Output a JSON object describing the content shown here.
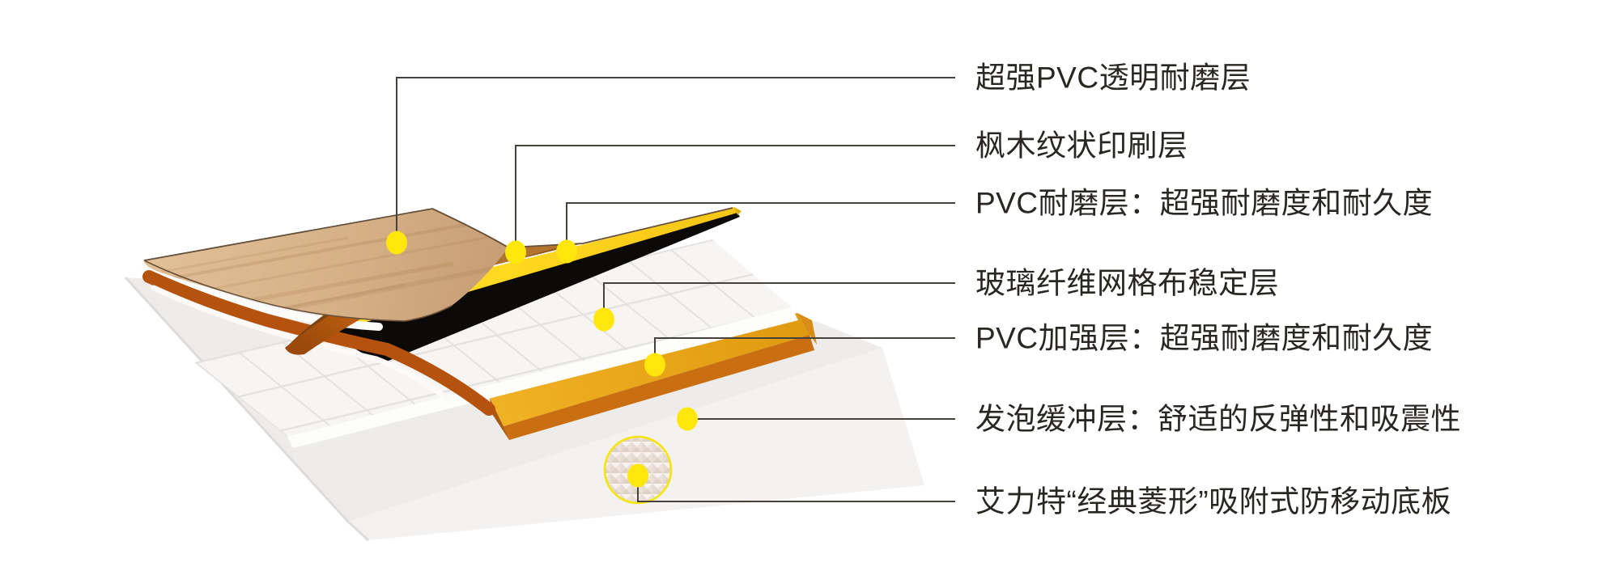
{
  "diagram": {
    "subject": "pvc-sport-flooring-layer-structure",
    "parts": [
      "wood-grain-top-sheet",
      "maple-print-layer-edge",
      "peeled-wear-film-yellow",
      "wear-film-black-underside",
      "fiberglass-mesh-grid",
      "amber-reinforcement-strip",
      "foam-cushion-block",
      "diamond-texture-magnifier"
    ]
  },
  "callouts": [
    {
      "id": "wear-top",
      "text": "超强PVC透明耐磨层"
    },
    {
      "id": "print-layer",
      "text": "枫木纹状印刷层"
    },
    {
      "id": "pvc-wear",
      "text": "PVC耐磨层：超强耐磨度和耐久度"
    },
    {
      "id": "fiberglass",
      "text": "玻璃纤维网格布稳定层"
    },
    {
      "id": "pvc-strong",
      "text": "PVC加强层：超强耐磨度和耐久度"
    },
    {
      "id": "foam-cushion",
      "text": "发泡缓冲层：舒适的反弹性和吸震性"
    },
    {
      "id": "base-board",
      "text": "艾力特“经典菱形”吸附式防移动底板"
    }
  ],
  "colors": {
    "dot": "#ffe70d",
    "leader": "#45423c",
    "label_text": "#2a2723",
    "rust": "#b5520e",
    "film_black": "#0c0a08",
    "mesh_tile": "#f6f5f3",
    "mesh_grout": "#e2e1df",
    "foam_top": "#edecea",
    "foam_front": "#f3f2f0",
    "magnifier_ring": "#f6e40a",
    "wood_light": "#e2c098",
    "wood_dark": "#caa077",
    "film_yellow": "#ffd81f",
    "amber_top": "#eaa51d",
    "amber_front": "#c96f12"
  }
}
